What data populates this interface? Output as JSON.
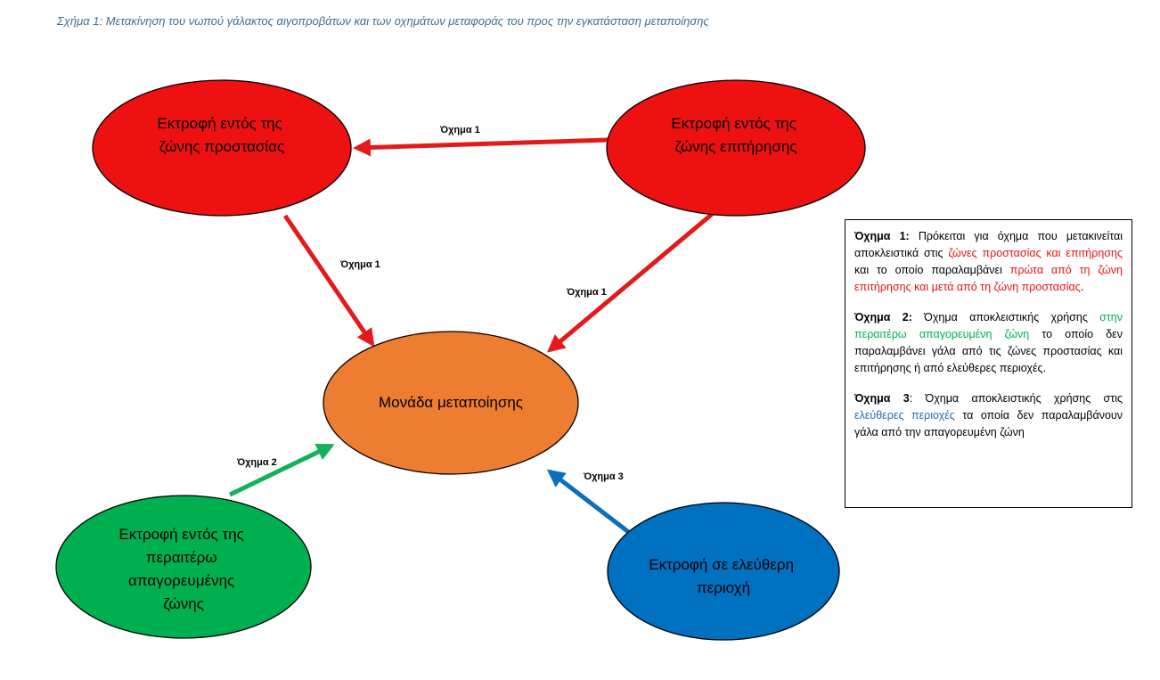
{
  "caption": "Σχήμα 1: Μετακίνηση του νωπού γάλακτος αιγοπροβάτων και των οχημάτων μεταφοράς του  προς την εγκατάσταση μεταποίησης",
  "colors": {
    "red": "#ee1111",
    "orange": "#ed7d31",
    "green": "#00b050",
    "blue": "#0070c0",
    "arrow_red": "#e41a1a",
    "arrow_green": "#14b05a",
    "arrow_blue": "#0b6fbd"
  },
  "nodes": {
    "protection": [
      "Εκτροφή εντός της",
      "ζώνης προστασίας"
    ],
    "surveillance": [
      "Εκτροφή εντός της",
      "ζώνης επιτήρησης"
    ],
    "processing": [
      "Μονάδα μεταποίησης"
    ],
    "restricted": [
      "Εκτροφή εντός της",
      "περαιτέρω",
      "απαγορευμένης",
      "ζώνης"
    ],
    "free": [
      "Εκτροφή σε ελεύθερη",
      "περιοχή"
    ]
  },
  "edges": {
    "surveillance_to_protection": "Όχημα 1",
    "protection_to_processing": "Όχημα 1",
    "surveillance_to_processing": "Όχημα 1",
    "restricted_to_processing": "Όχημα 2",
    "free_to_processing": "Όχημα 3"
  },
  "legend": {
    "v1": {
      "title": "Όχημα 1:",
      "t1": " Πρόκειται για όχημα που μετακινείται αποκλειστικά στις ",
      "r1": "ζώνες προστασίας και επιτήρησης",
      "t2": " και το οποίο παραλαμβάνει ",
      "r2": "πρώτα από τη ζώνη επιτήρησης και μετά από τη ζώνη προστασίας",
      "t3": "."
    },
    "v2": {
      "title": "Όχημα 2:",
      "t1": " Όχημα αποκλειστικής χρήσης ",
      "g1": "στην περαιτέρω απαγορευμένη ζώνη",
      "t2": " το οποίο δεν παραλαμβάνει γάλα από τις ζώνες προστασίας και επιτήρησης ή  από ελεύθερες περιοχές."
    },
    "v3": {
      "title": "Όχημα 3",
      "t1": ": Όχημα αποκλειστικής χρήσης στις ",
      "b1": "ελεύθερες περιοχές",
      "t2": " τα οποία δεν παραλαμβάνουν γάλα από την απαγορευμένη ζώνη"
    }
  }
}
